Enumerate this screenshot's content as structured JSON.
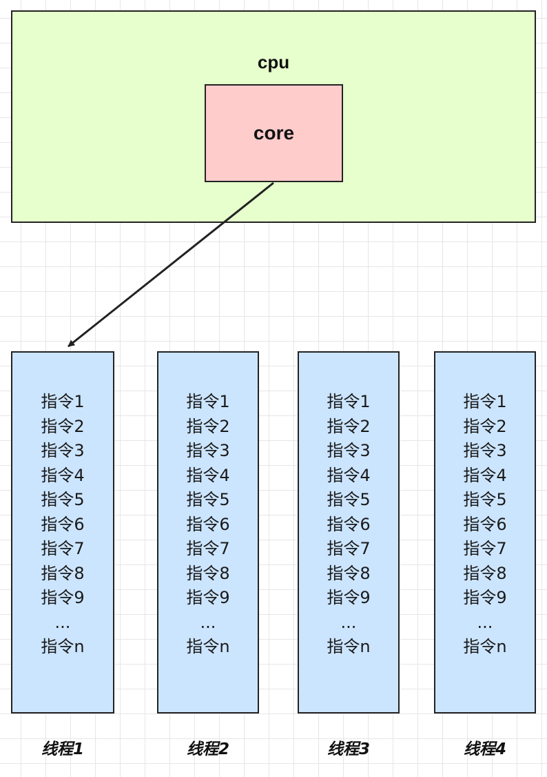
{
  "cpu": {
    "label": "cpu"
  },
  "core": {
    "label": "core"
  },
  "threads": [
    {
      "label": "线程1",
      "instructions": [
        "指令1",
        "指令2",
        "指令3",
        "指令4",
        "指令5",
        "指令6",
        "指令7",
        "指令8",
        "指令9",
        "...",
        "指令n"
      ]
    },
    {
      "label": "线程2",
      "instructions": [
        "指令1",
        "指令2",
        "指令3",
        "指令4",
        "指令5",
        "指令6",
        "指令7",
        "指令8",
        "指令9",
        "...",
        "指令n"
      ]
    },
    {
      "label": "线程3",
      "instructions": [
        "指令1",
        "指令2",
        "指令3",
        "指令4",
        "指令5",
        "指令6",
        "指令7",
        "指令8",
        "指令9",
        "...",
        "指令n"
      ]
    },
    {
      "label": "线程4",
      "instructions": [
        "指令1",
        "指令2",
        "指令3",
        "指令4",
        "指令5",
        "指令6",
        "指令7",
        "指令8",
        "指令9",
        "...",
        "指令n"
      ]
    }
  ],
  "colors": {
    "cpu_fill": "#e6ffcc",
    "core_fill": "#ffcccc",
    "thread_fill": "#cce5ff",
    "stroke": "#222222",
    "grid": "#e6e6e6"
  }
}
